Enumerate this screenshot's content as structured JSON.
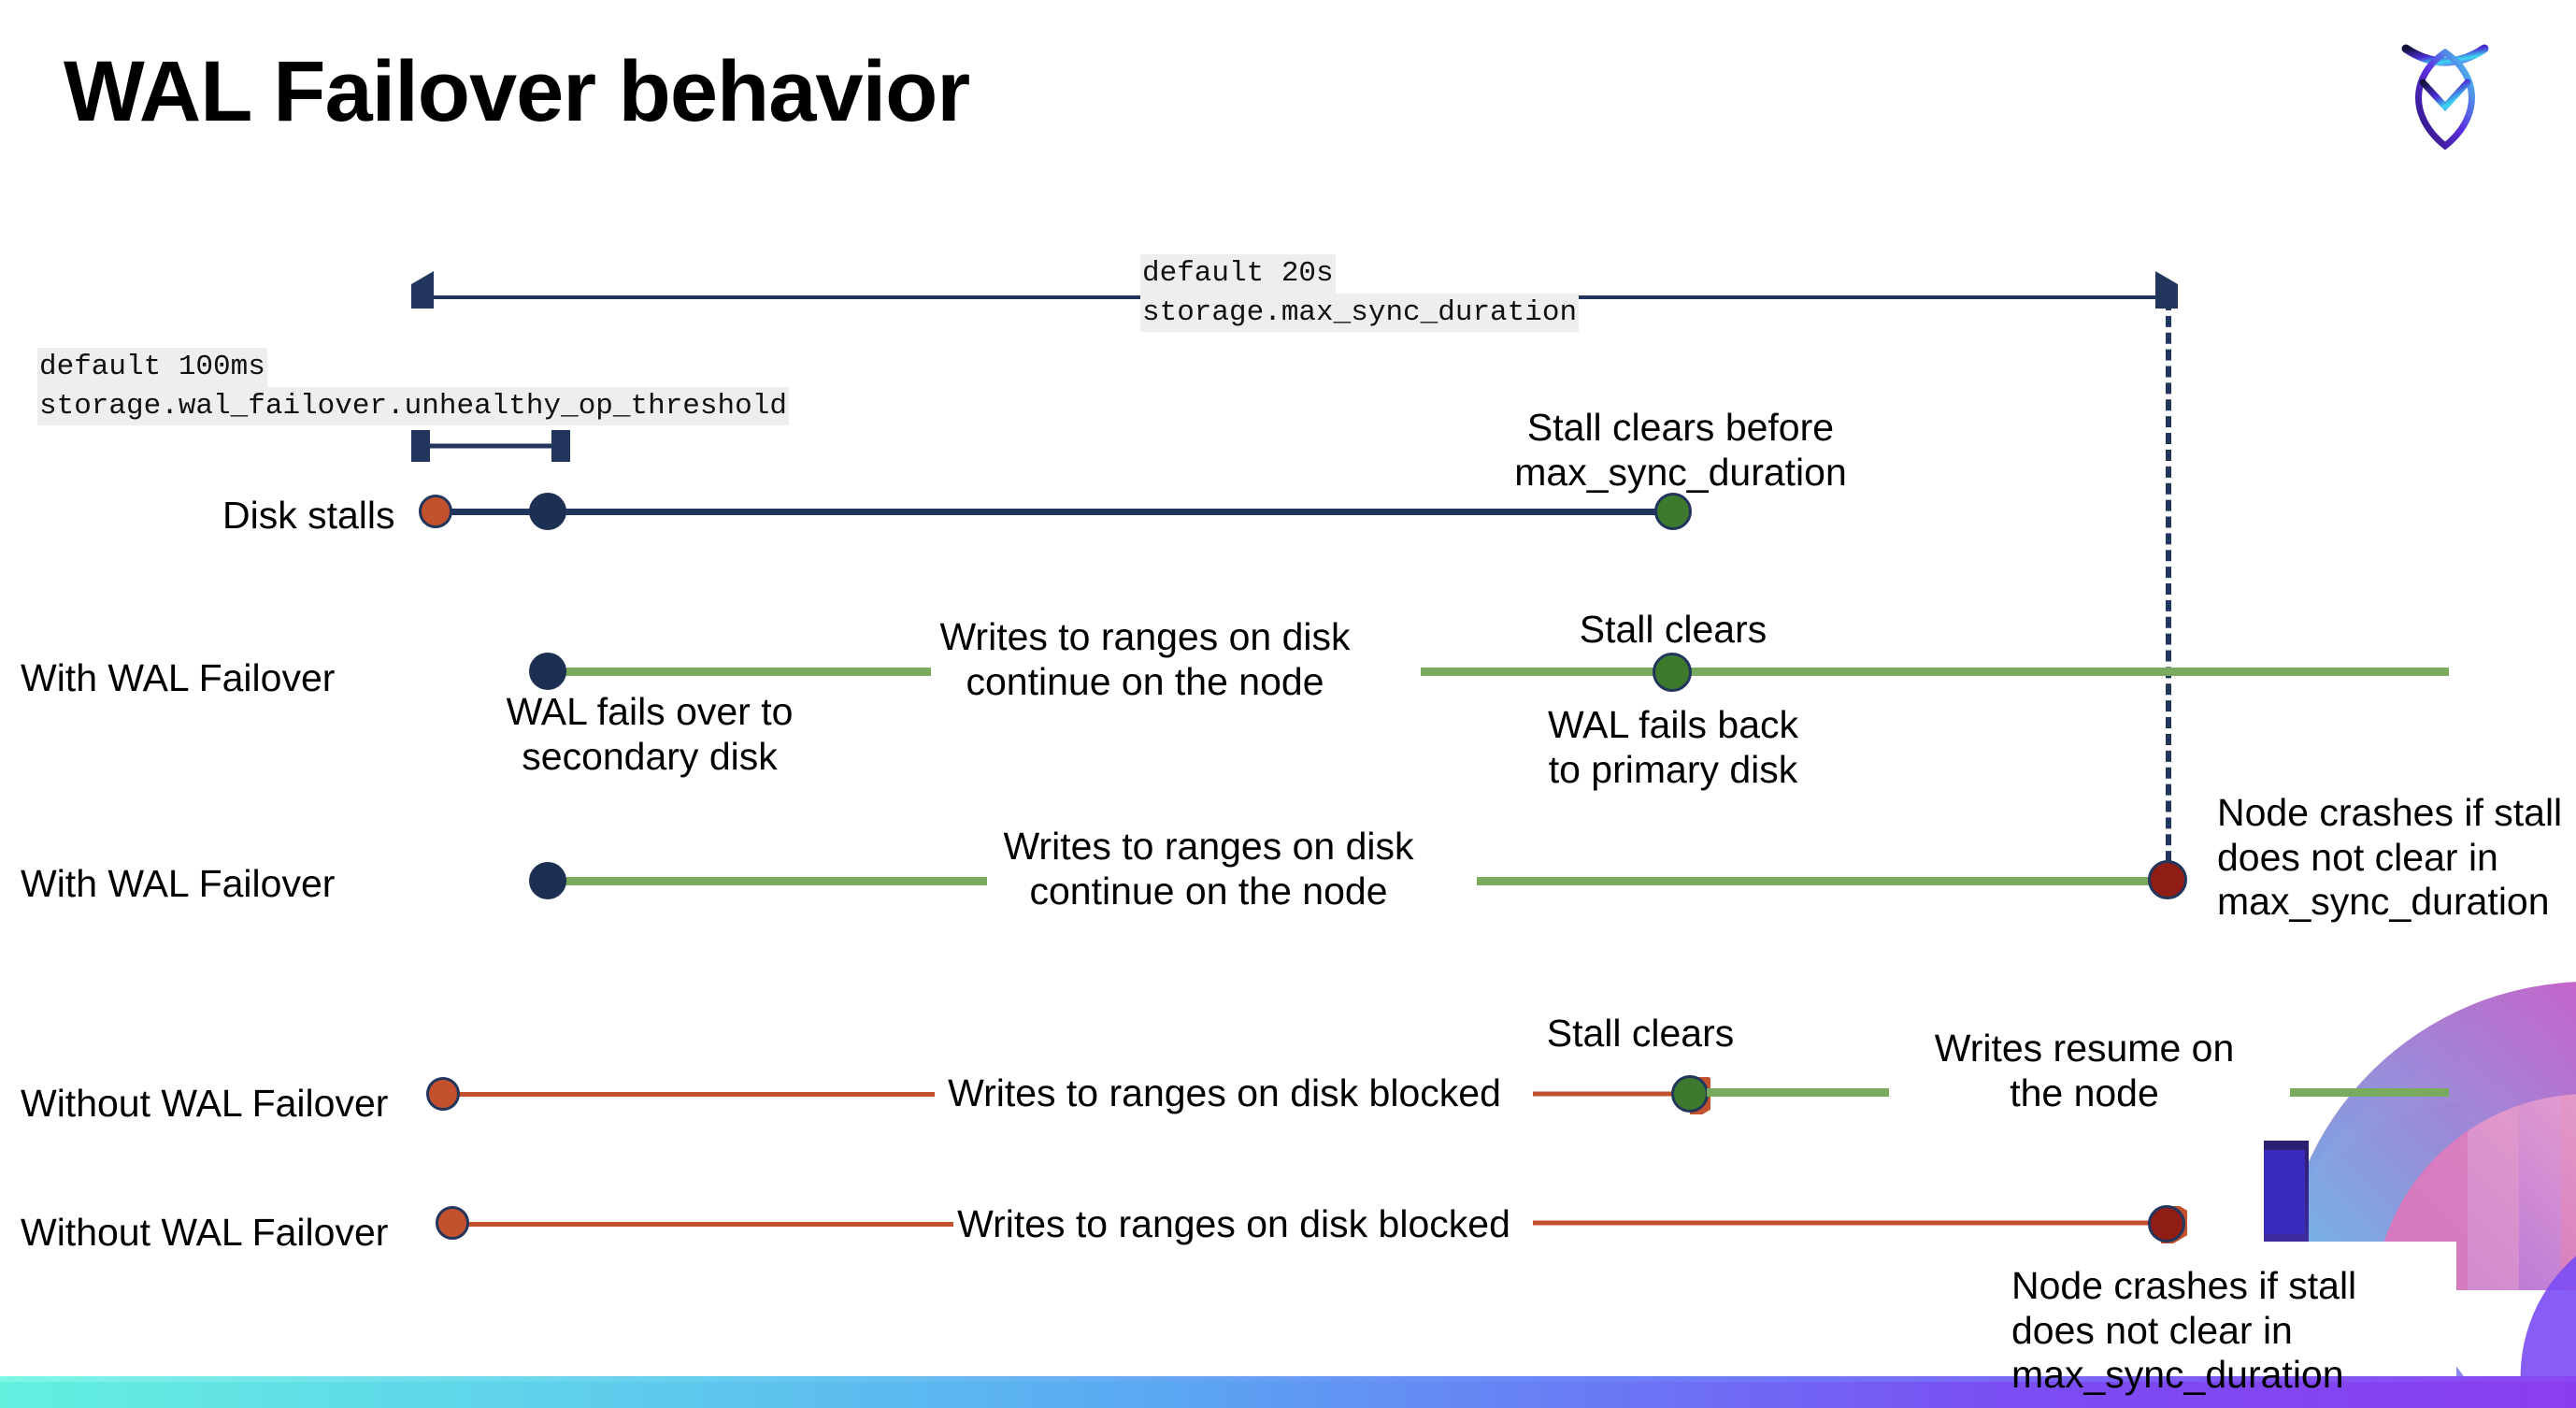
{
  "slide": {
    "title": "WAL Failover behavior",
    "logo_name": "cockroachdb-logo"
  },
  "settings": {
    "max_sync_duration": {
      "default_label": "default 20s",
      "name_label": "storage.max_sync_duration"
    },
    "unhealthy_op_threshold": {
      "default_label": "default 100ms",
      "name_label": "storage.wal_failover.unhealthy_op_threshold"
    }
  },
  "rows": [
    {
      "id": "disk-stalls",
      "label": "Disk stalls",
      "notes": [
        {
          "id": "stall-clears-before",
          "text": "Stall clears before\nmax_sync_duration"
        }
      ]
    },
    {
      "id": "with-wal-failover-1",
      "label": "With WAL Failover",
      "notes": [
        {
          "id": "wal-fails-over",
          "text": "WAL fails over to\nsecondary disk"
        },
        {
          "id": "writes-continue-1",
          "text": "Writes to ranges on disk\ncontinue on the node"
        },
        {
          "id": "stall-clears-1",
          "text": "Stall clears"
        },
        {
          "id": "wal-fails-back",
          "text": "WAL fails  back\nto primary disk"
        }
      ]
    },
    {
      "id": "with-wal-failover-2",
      "label": "With WAL Failover",
      "notes": [
        {
          "id": "writes-continue-2",
          "text": "Writes to ranges on disk\ncontinue on the node"
        },
        {
          "id": "node-crashes-1",
          "text": "Node crashes if stall\ndoes not clear in\nmax_sync_duration"
        }
      ]
    },
    {
      "id": "without-wal-failover-1",
      "label": "Without WAL Failover",
      "notes": [
        {
          "id": "writes-blocked-1",
          "text": "Writes to ranges on disk  blocked"
        },
        {
          "id": "stall-clears-2",
          "text": "Stall clears"
        },
        {
          "id": "writes-resume",
          "text": "Writes resume on\nthe node"
        }
      ]
    },
    {
      "id": "without-wal-failover-2",
      "label": "Without WAL Failover",
      "notes": [
        {
          "id": "writes-blocked-2",
          "text": "Writes to ranges on disk  blocked"
        },
        {
          "id": "node-crashes-2",
          "text": "Node crashes if stall\ndoes not clear in\nmax_sync_duration"
        }
      ]
    }
  ],
  "colors": {
    "navy": "#22355c",
    "green_line": "#7aaa5e",
    "green_dot": "#3d7a2e",
    "orange": "#c4512e",
    "dark_red": "#8f1d16",
    "code_chip_bg": "#eeeeee",
    "title": "#000000"
  }
}
